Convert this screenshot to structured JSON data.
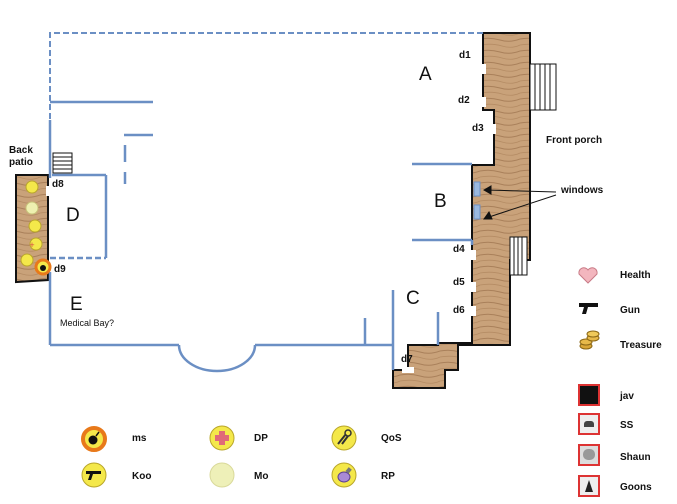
{
  "rooms": {
    "a": "A",
    "b": "B",
    "c": "C",
    "d": "D",
    "e": "E"
  },
  "room_e_subtitle": "Medical Bay?",
  "doors": {
    "d1": "d1",
    "d2": "d2",
    "d3": "d3",
    "d4": "d4",
    "d5": "d5",
    "d6": "d6",
    "d7": "d7",
    "d8": "d8",
    "d9": "d9"
  },
  "areas": {
    "front_porch": "Front porch",
    "back_patio": "Back\npatio",
    "windows": "windows"
  },
  "legend_right": [
    {
      "label": "Health",
      "icon": "heart-icon"
    },
    {
      "label": "Gun",
      "icon": "gun-icon"
    },
    {
      "label": "Treasure",
      "icon": "treasure-icon"
    }
  ],
  "enemies": [
    {
      "label": "jav",
      "icon": "jav-icon"
    },
    {
      "label": "SS",
      "icon": "ss-icon"
    },
    {
      "label": "Shaun",
      "icon": "shaun-icon"
    },
    {
      "label": "Goons",
      "icon": "goons-icon"
    }
  ],
  "players": [
    {
      "label": "ms",
      "icon": "bomb-token-icon"
    },
    {
      "label": "Koo",
      "icon": "gun-token-icon"
    },
    {
      "label": "DP",
      "icon": "plus-token-icon"
    },
    {
      "label": "Mo",
      "icon": "blank-token-icon"
    },
    {
      "label": "QoS",
      "icon": "pliers-token-icon"
    },
    {
      "label": "RP",
      "icon": "potion-token-icon"
    }
  ],
  "colors": {
    "wall": "#6b8fc4",
    "wood": "#c9a27a",
    "outline": "#111111",
    "token": "#f4e84a",
    "token_ring_active": "#e8791a"
  }
}
